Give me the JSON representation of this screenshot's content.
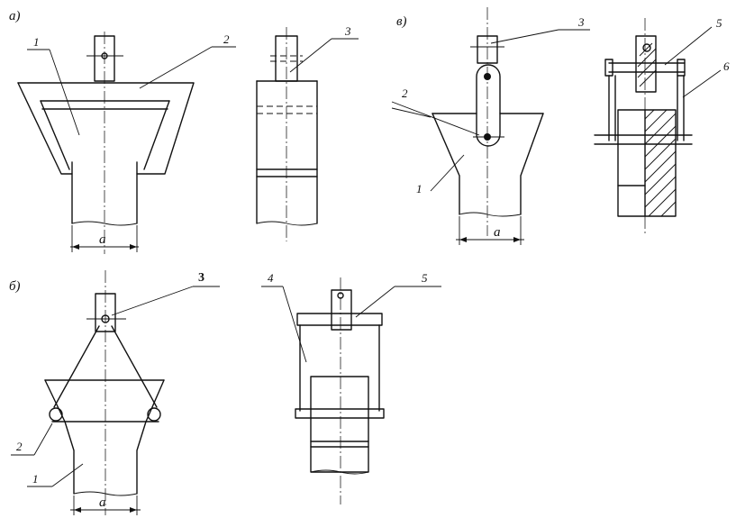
{
  "panels": {
    "a": {
      "label": "а)",
      "dim_label": "а",
      "callouts": [
        "1",
        "2",
        "3"
      ]
    },
    "b": {
      "label": "б)",
      "dim_label": "а",
      "callouts": [
        "1",
        "2",
        "3",
        "4",
        "5"
      ]
    },
    "v": {
      "label": "в)",
      "dim_label": "а",
      "callouts": [
        "1",
        "2",
        "3",
        "5",
        "6"
      ]
    }
  }
}
